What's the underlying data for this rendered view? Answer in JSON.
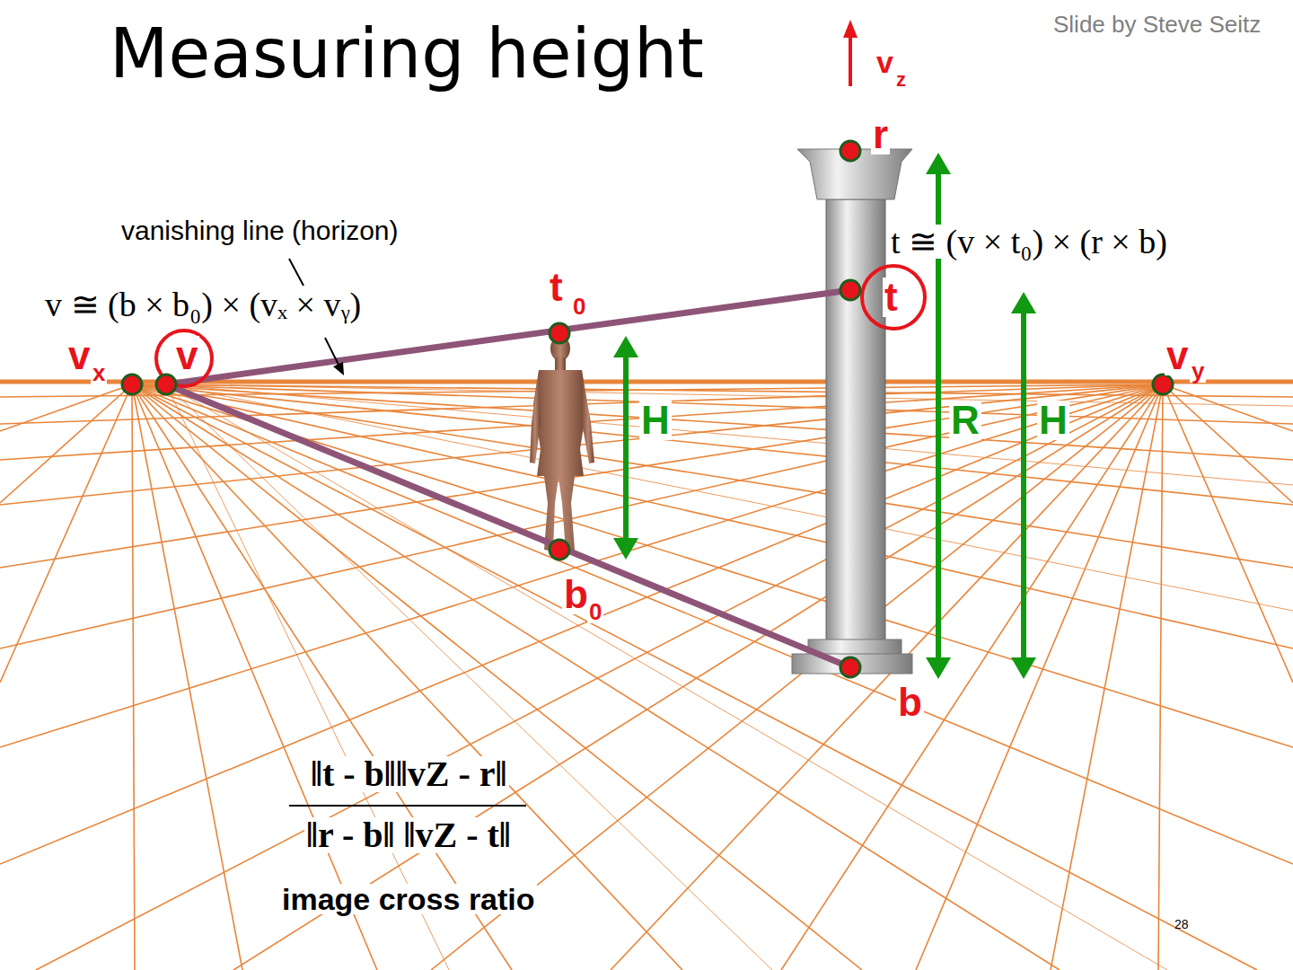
{
  "diagram": {
    "title": "Measuring height",
    "labels": [
      "Slide by Steve Seitz",
      "v",
      "z",
      "r",
      "vanishing line (horizon)",
      "t ≅ (v × t₀) × (r × b)",
      "v ≅ (b × b₀) × (vₓ × vᵧ)",
      "t",
      "0",
      "t",
      "v",
      "x",
      "v",
      "v",
      "y",
      "H",
      "R",
      "H",
      "b",
      "0",
      "b",
      "‖t - b‖‖vZ - r‖",
      "‖r - b‖ ‖vZ - t‖",
      "image cross ratio",
      "28"
    ]
  }
}
